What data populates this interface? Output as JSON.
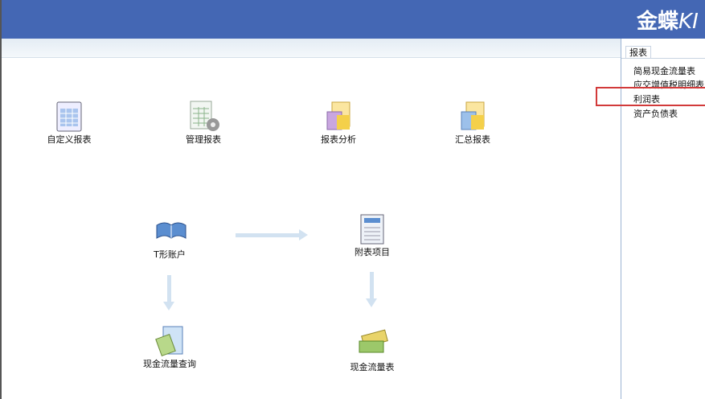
{
  "header": {
    "brand": "金蝶",
    "brand_suffix": "KI"
  },
  "sidebar": {
    "tab": "报表",
    "items": [
      {
        "label": "简易现金流量表"
      },
      {
        "label": "应交增值税明细表"
      },
      {
        "label": "利润表",
        "highlighted": true
      },
      {
        "label": "资产负债表"
      }
    ]
  },
  "modules": {
    "custom": "自定义报表",
    "manage": "管理报表",
    "analysis": "报表分析",
    "summary": "汇总报表",
    "taccount": "T形账户",
    "attached": "附表项目",
    "cashquery": "现金流量查询",
    "cashflow": "现金流量表"
  },
  "colors": {
    "header": "#4467b4",
    "highlight": "#d23a3a"
  }
}
